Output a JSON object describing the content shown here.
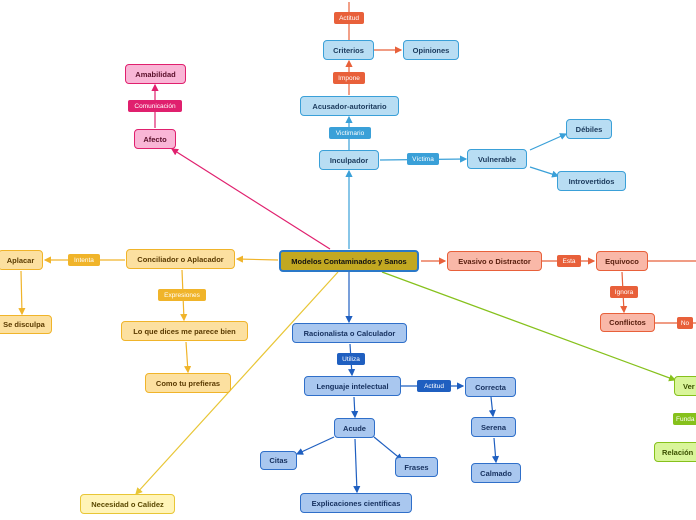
{
  "central": "Modelos Contaminados y Sanos",
  "nodes": {
    "criterios": "Criterios",
    "opiniones": "Opiniones",
    "acusador": "Acusador-autoritario",
    "inculpador": "Inculpador",
    "vulnerable": "Vulnerable",
    "debiles": "Débiles",
    "introvertidos": "Introvertidos",
    "amabilidad": "Amabilidad",
    "afecto": "Afecto",
    "conciliador": "Conciliador o Aplacador",
    "aplacar": "Aplacar",
    "se_disculpa": "Se disculpa",
    "lo_que_dices": "Lo que dices me parece bien",
    "como_prefieras": "Como tu prefieras",
    "evasivo": "Evasivo o Distractor",
    "equivoco": "Equivoco",
    "conflictos": "Conflictos",
    "racionalista": "Racionalista o Calculador",
    "lenguaje": "Lenguaje intelectual",
    "correcta": "Correcta",
    "serena": "Serena",
    "calmado": "Calmado",
    "acude": "Acude",
    "citas": "Citas",
    "frases": "Frases",
    "explicaciones": "Explicaciones científicas",
    "necesidad": "Necesidad o Calidez",
    "ver": "Ver",
    "relacion": "Relación"
  },
  "labels": {
    "actitud_top": "Actitud",
    "impone": "Impone",
    "victimario": "Victimario",
    "victima": "Víctima",
    "comunicacion": "Comunicación",
    "intenta": "Intenta",
    "expresiones": "Expresiones",
    "esta": "Esta",
    "ignora": "Ignora",
    "no": "No",
    "utiliza": "Utiliza",
    "actitud": "Actitud",
    "funda": "Funda"
  },
  "colors": {
    "blue_branch": "#3aa0d8",
    "rational_branch": "#1f5fc0",
    "orange_branch": "#f0b42a",
    "yellow_branch": "#e8c636",
    "salmon_branch": "#e8603a",
    "pink_branch": "#e0206e",
    "green_branch": "#86c11c"
  }
}
